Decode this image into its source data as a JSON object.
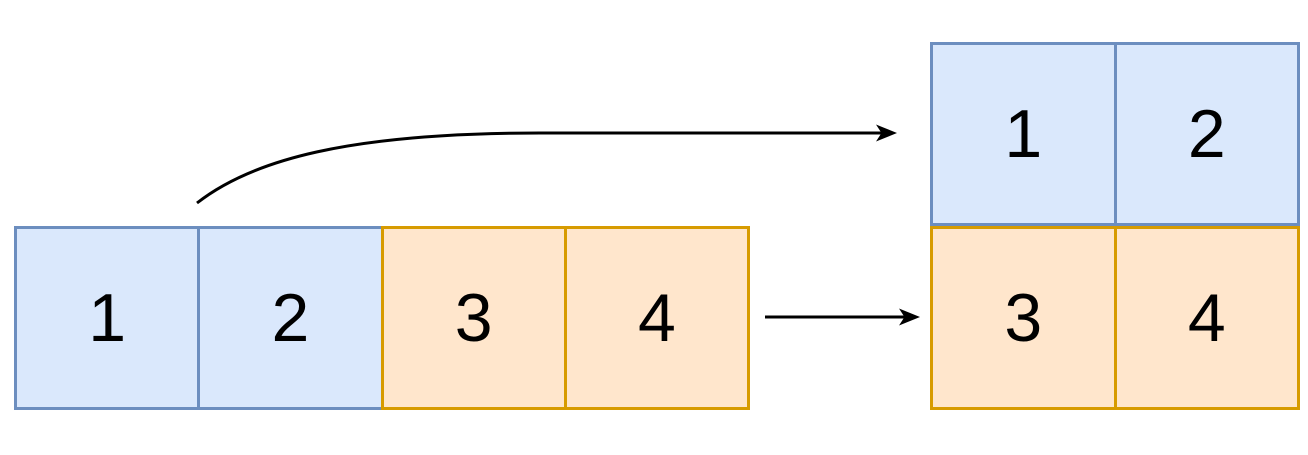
{
  "diagram": {
    "description": "Reshape of a 1x4 array into a 2x2 matrix",
    "colors": {
      "blue_fill": "#dae8fc",
      "blue_stroke": "#6c8ebf",
      "orange_fill": "#ffe6cc",
      "orange_stroke": "#d79b00",
      "arrow": "#000000"
    },
    "source_array": {
      "cells": [
        {
          "label": "1",
          "color": "blue"
        },
        {
          "label": "2",
          "color": "blue"
        },
        {
          "label": "3",
          "color": "orange"
        },
        {
          "label": "4",
          "color": "orange"
        }
      ]
    },
    "result_matrix": {
      "rows": [
        {
          "cells": [
            {
              "label": "1",
              "color": "blue"
            },
            {
              "label": "2",
              "color": "blue"
            }
          ]
        },
        {
          "cells": [
            {
              "label": "3",
              "color": "orange"
            },
            {
              "label": "4",
              "color": "orange"
            }
          ]
        }
      ]
    },
    "arrows": [
      {
        "name": "curved-arrow",
        "from": "source-array-blue-cells",
        "to": "result-matrix-top-row"
      },
      {
        "name": "straight-arrow",
        "from": "source-array-right-end",
        "to": "result-matrix-bottom-row"
      }
    ]
  }
}
